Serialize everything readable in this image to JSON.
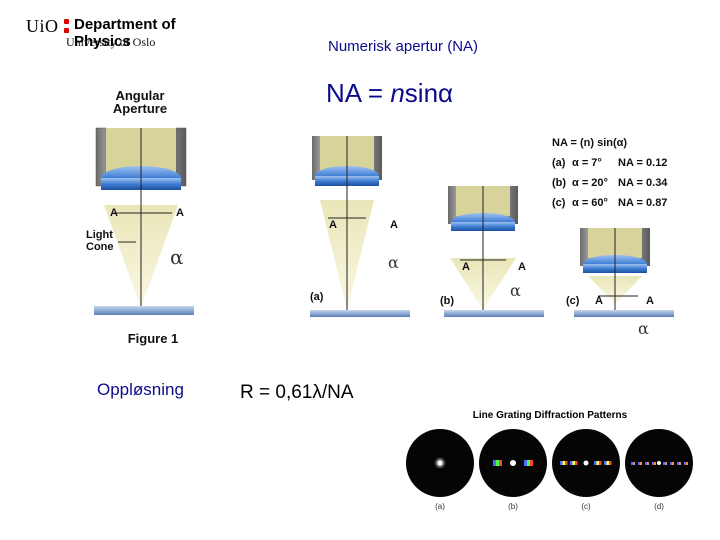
{
  "header": {
    "logo_mark": "UiO",
    "department": "Department of Physics",
    "university": "University of Oslo"
  },
  "subtitle": "Numerisk apertur (NA)",
  "formula": {
    "prefix": "NA = ",
    "n": "n",
    "sin": "sin",
    "alpha": "α"
  },
  "figure1": {
    "title_line1": "Angular",
    "title_line2": "Aperture",
    "light_cone_line1": "Light",
    "light_cone_line2": "Cone",
    "alpha": "α",
    "a_left": "A",
    "a_right": "A",
    "caption": "Figure 1"
  },
  "figure2": {
    "table_header": "NA = (n) sin(α)",
    "rows": [
      {
        "label": "(a)",
        "alpha": "α = 7°",
        "na": "NA = 0.12"
      },
      {
        "label": "(b)",
        "alpha": "α = 20°",
        "na": "NA = 0.34"
      },
      {
        "label": "(c)",
        "alpha": "α = 60°",
        "na": "NA = 0.87"
      }
    ],
    "panels": [
      "(a)",
      "(b)",
      "(c)"
    ],
    "a_label": "A",
    "alpha": "α"
  },
  "resolution": {
    "label": "Oppløsning",
    "formula": "R = 0,61λ/NA"
  },
  "diffraction": {
    "title": "Line Grating Diffraction Patterns",
    "labels": [
      "(a)",
      "(b)",
      "(c)",
      "(d)"
    ]
  }
}
